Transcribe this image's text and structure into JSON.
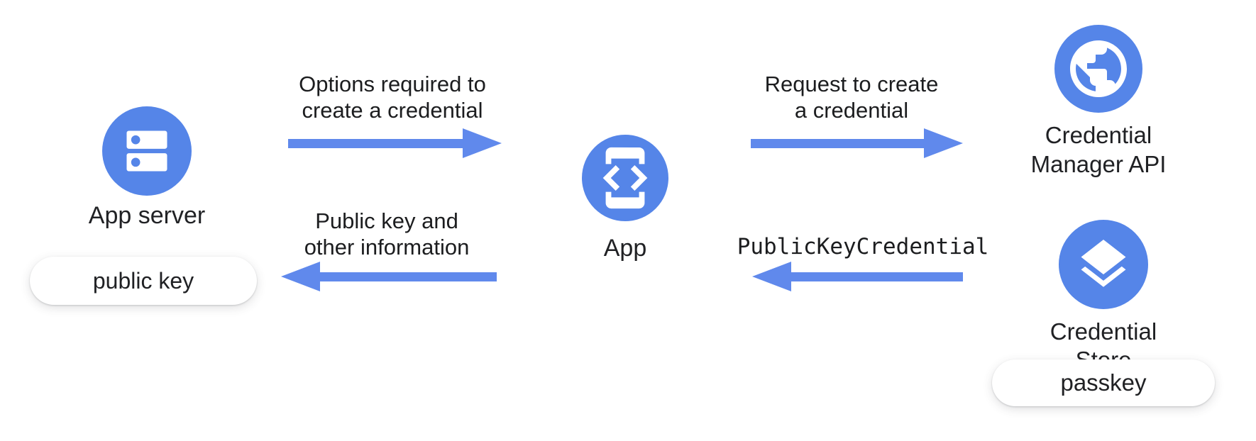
{
  "colors": {
    "node_blue": "#5585E8",
    "arrow_blue": "#6089EC",
    "label_text": "#202124",
    "pill_bg": "#FFFFFF"
  },
  "nodes": {
    "app_server": {
      "label": "App server",
      "icon": "server-stack-icon",
      "badge": "public key"
    },
    "app": {
      "label": "App",
      "icon": "phone-code-icon"
    },
    "credential_manager_api": {
      "label": "Credential\nManager API",
      "icon": "globe-icon"
    },
    "credential_store": {
      "label": "Credential Store",
      "icon": "layers-icon",
      "badge": "passkey"
    }
  },
  "arrows": {
    "options_to_create": {
      "label": "Options required to\ncreate a credential",
      "direction": "right",
      "from": "App server",
      "to": "App"
    },
    "request_to_create": {
      "label": "Request to create\na credential",
      "direction": "right",
      "from": "App",
      "to": "Credential Manager API"
    },
    "public_key_credential": {
      "label": "PublicKeyCredential",
      "direction": "left",
      "from": "Credential Store",
      "to": "App"
    },
    "public_key_and_other": {
      "label": "Public key and\nother information",
      "direction": "left",
      "from": "App",
      "to": "App server"
    }
  }
}
